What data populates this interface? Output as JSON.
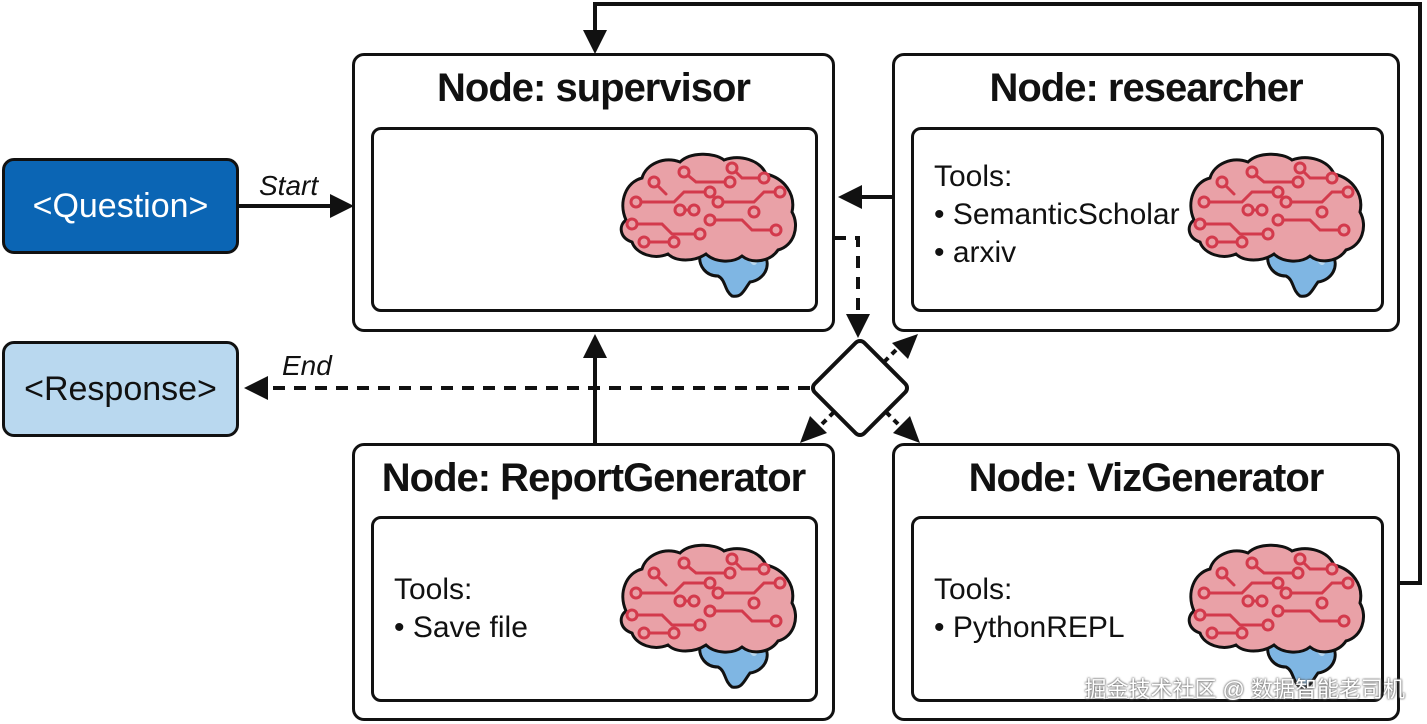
{
  "inputs": {
    "question_label": "<Question>",
    "response_label": "<Response>"
  },
  "edges": {
    "start_label": "Start",
    "end_label": "End"
  },
  "nodes": {
    "supervisor": {
      "title": "Node: supervisor"
    },
    "researcher": {
      "title": "Node: researcher",
      "tools_heading": "Tools:",
      "tools": [
        "• SemanticScholar",
        "• arxiv"
      ]
    },
    "report_generator": {
      "title": "Node: ReportGenerator",
      "tools_heading": "Tools:",
      "tools": [
        "• Save file"
      ]
    },
    "viz_generator": {
      "title": "Node: VizGenerator",
      "tools_heading": "Tools:",
      "tools": [
        "• PythonREPL"
      ]
    }
  },
  "watermark": "掘金技术社区 @ 数据智能老司机",
  "colors": {
    "question_bg": "#0b65b4",
    "response_bg": "#b9d8ef",
    "brain_pink": "#e9a1a7",
    "brain_circuit": "#d33a4c",
    "brain_blue": "#7fb6e3"
  }
}
